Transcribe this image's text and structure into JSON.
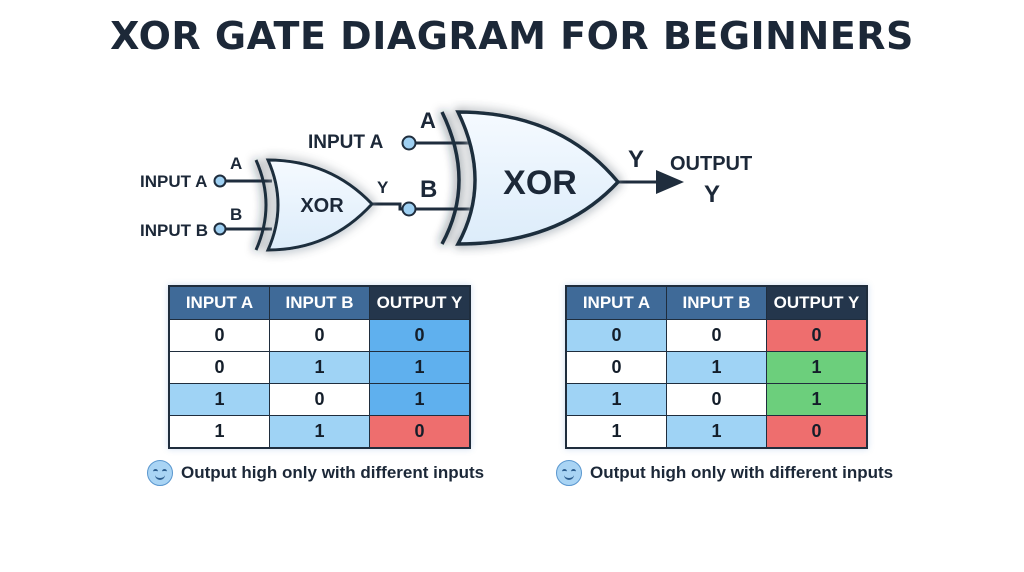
{
  "title": "XOR GATE DIAGRAM FOR BEGINNERS",
  "diagram": {
    "small_gate": {
      "name": "XOR",
      "input_a_text": "INPUT A",
      "input_b_text": "INPUT B",
      "pin_a": "A",
      "pin_b": "B",
      "pin_out": "Y"
    },
    "large_gate": {
      "name": "XOR",
      "input_a_text": "INPUT A",
      "pin_a": "A",
      "pin_b": "B",
      "pin_out": "Y",
      "output_text": "OUTPUT",
      "output_var": "Y"
    }
  },
  "tables": [
    {
      "headers": [
        "INPUT A",
        "INPUT B",
        "OUTPUT Y"
      ],
      "rows": [
        [
          "0",
          "0",
          "0"
        ],
        [
          "0",
          "1",
          "1"
        ],
        [
          "1",
          "0",
          "1"
        ],
        [
          "1",
          "1",
          "0"
        ]
      ],
      "cell_colors": [
        [
          "#ffffff",
          "#ffffff",
          "#5fb0ee"
        ],
        [
          "#ffffff",
          "#9fd3f5",
          "#5fb0ee"
        ],
        [
          "#9fd3f5",
          "#ffffff",
          "#5fb0ee"
        ],
        [
          "#ffffff",
          "#9fd3f5",
          "#ee6e6e"
        ]
      ],
      "caption": "Output high only with different inputs"
    },
    {
      "headers": [
        "INPUT A",
        "INPUT B",
        "OUTPUT Y"
      ],
      "rows": [
        [
          "0",
          "0",
          "0"
        ],
        [
          "0",
          "1",
          "1"
        ],
        [
          "1",
          "0",
          "1"
        ],
        [
          "1",
          "1",
          "0"
        ]
      ],
      "cell_colors": [
        [
          "#9fd3f5",
          "#ffffff",
          "#ee6e6e"
        ],
        [
          "#ffffff",
          "#9fd3f5",
          "#6ccf7c"
        ],
        [
          "#9fd3f5",
          "#ffffff",
          "#6ccf7c"
        ],
        [
          "#ffffff",
          "#9fd3f5",
          "#ee6e6e"
        ]
      ],
      "caption": "Output high only with different inputs"
    }
  ],
  "colors": {
    "header": "#3f6a98",
    "header_output": "#24364c",
    "gate_fill": "#e6f2fc",
    "gate_glow": "#8ec4f0",
    "outline": "#1f2d3d"
  }
}
